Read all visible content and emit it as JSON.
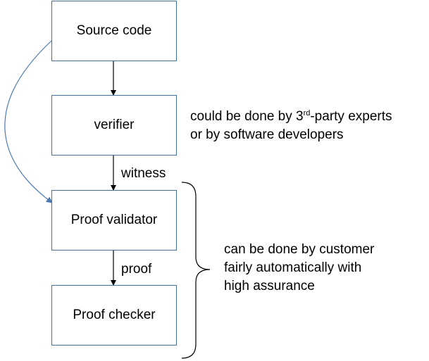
{
  "boxes": {
    "source": "Source code",
    "verifier": "verifier",
    "validator": "Proof validator",
    "checker": "Proof checker"
  },
  "edges": {
    "witness": "witness",
    "proof": "proof"
  },
  "notes": {
    "top": {
      "line1_prefix": "could be done by 3",
      "line1_sup": "rd",
      "line1_suffix": "-party experts",
      "line2": "or by software developers"
    },
    "bottom": {
      "line1": "can be done by customer",
      "line2": "fairly automatically with",
      "line3": "high assurance"
    }
  },
  "colors": {
    "box_border": "#41719c",
    "curve": "#4a7ab5",
    "arrow": "#000000",
    "brace": "#000000"
  }
}
